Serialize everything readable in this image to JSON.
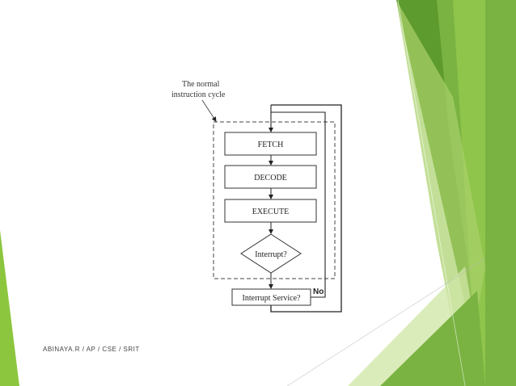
{
  "diagram": {
    "callout": [
      "The normal",
      "instruction cycle"
    ],
    "steps": [
      "FETCH",
      "DECODE",
      "EXECUTE"
    ],
    "decision": "Interrupt?",
    "service": "Interrupt Service?",
    "no_label": "No"
  },
  "footer": {
    "text": "ABINAYA.R / AP / CSE / SRIT"
  },
  "theme": {
    "green_dark": "#5e9b2e",
    "green_mid": "#7ab342",
    "green_light": "#a9d26b",
    "green_pale": "#cfe6a4"
  }
}
